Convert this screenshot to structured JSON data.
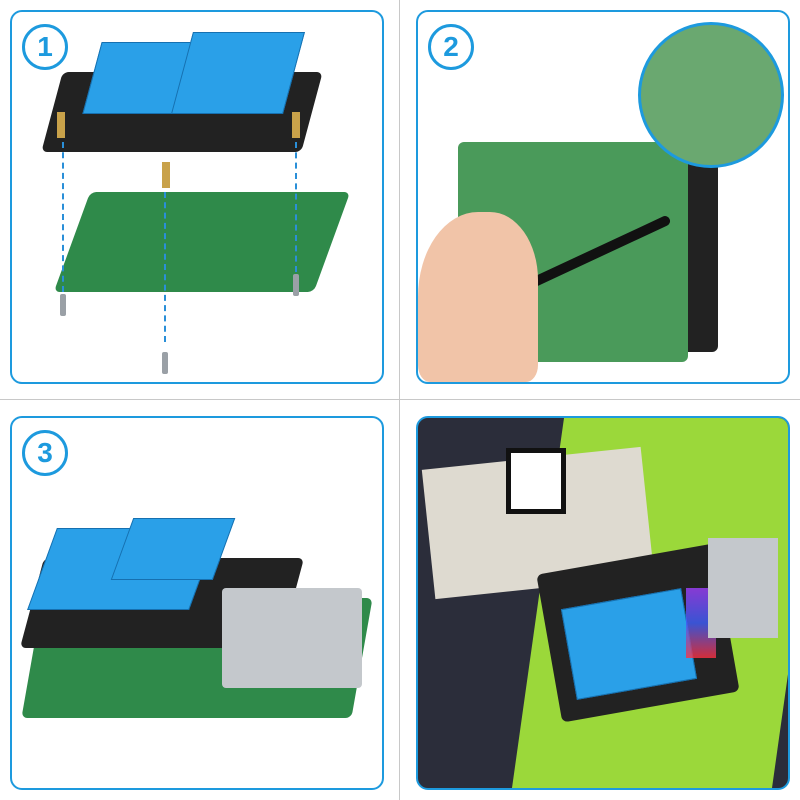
{
  "steps": [
    {
      "number": "1"
    },
    {
      "number": "2"
    },
    {
      "number": "3"
    }
  ],
  "colors": {
    "accent": "#1d9ade",
    "pcb_green": "#2f8a4a",
    "terminal_blue": "#2aa0e8",
    "baseplate_green": "#9bd83a"
  }
}
